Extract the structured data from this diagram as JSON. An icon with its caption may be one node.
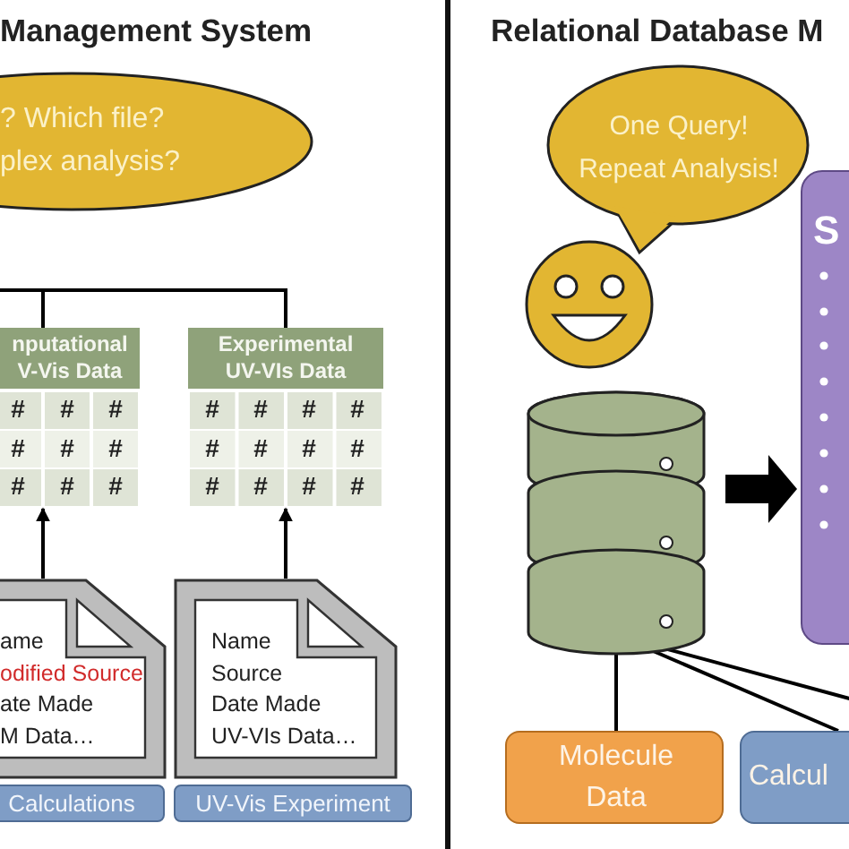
{
  "diagram": {
    "nodes": [
      {
        "text": [
          "? Which file? plex analysis?"
        ]
      },
      {
        "text": [
          "nputational V-Vis Data"
        ]
      },
      {
        "text": [
          "Experimental UV-VIs Data"
        ]
      },
      {
        "text": [
          "ame",
          "odified Source",
          "ate Made",
          "M Data…"
        ]
      },
      {
        "text": [
          "Name",
          "Source",
          "Date Made",
          "UV-VIs Data…"
        ]
      },
      {
        "text": [
          "Calculations"
        ]
      },
      {
        "text": [
          "UV-Vis Experiment"
        ]
      },
      {
        "text": [
          "One Query! Repeat Analysis!"
        ]
      },
      {
        "text": [],
        "shape": "cylinder"
      },
      {
        "text": [
          "S"
        ]
      },
      {
        "text": [
          "Molecule Data"
        ]
      },
      {
        "text": [
          "Calcul"
        ]
      }
    ],
    "edges": [
      {
        "from": null,
        "to": 1,
        "arrow": "none"
      },
      {
        "from": null,
        "to": 2,
        "arrow": "none"
      },
      {
        "from": 3,
        "to": 1,
        "arrow": "to"
      },
      {
        "from": 4,
        "to": 2,
        "arrow": "to"
      },
      {
        "from": 8,
        "to": 9,
        "arrow": "to",
        "style": "thick"
      },
      {
        "from": 10,
        "to": 8,
        "arrow": "to"
      },
      {
        "from": 11,
        "to": 8,
        "arrow": "to"
      },
      {
        "from": null,
        "to": 8,
        "arrow": "to"
      }
    ],
    "labels": [
      "Management System",
      "Relational Database M",
      "#",
      "#",
      "#",
      "#",
      "#",
      "#",
      "#",
      "#",
      "#",
      "#",
      "#",
      "#",
      "#",
      "#",
      "#",
      "#",
      "#",
      "#",
      "#",
      "#",
      "#"
    ]
  }
}
